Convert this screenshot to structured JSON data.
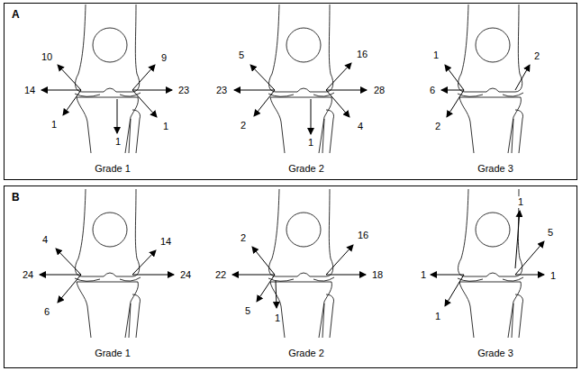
{
  "diagram": {
    "nodes": [
      {
        "text": [
          "A"
        ]
      },
      {
        "text": [
          "B"
        ]
      }
    ],
    "labels": [
      "10",
      "14",
      "1",
      "9",
      "23",
      "1",
      "1",
      "Grade 1",
      "5",
      "23",
      "2",
      "16",
      "28",
      "4",
      "1",
      "Grade 2",
      "1",
      "6",
      "2",
      "2",
      "Grade 3",
      "4",
      "24",
      "6",
      "14",
      "24",
      "Grade 1",
      "2",
      "22",
      "5",
      "1",
      "16",
      "18",
      "Grade 2",
      "1",
      "5",
      "1",
      "1",
      "1",
      "Grade 3"
    ]
  }
}
